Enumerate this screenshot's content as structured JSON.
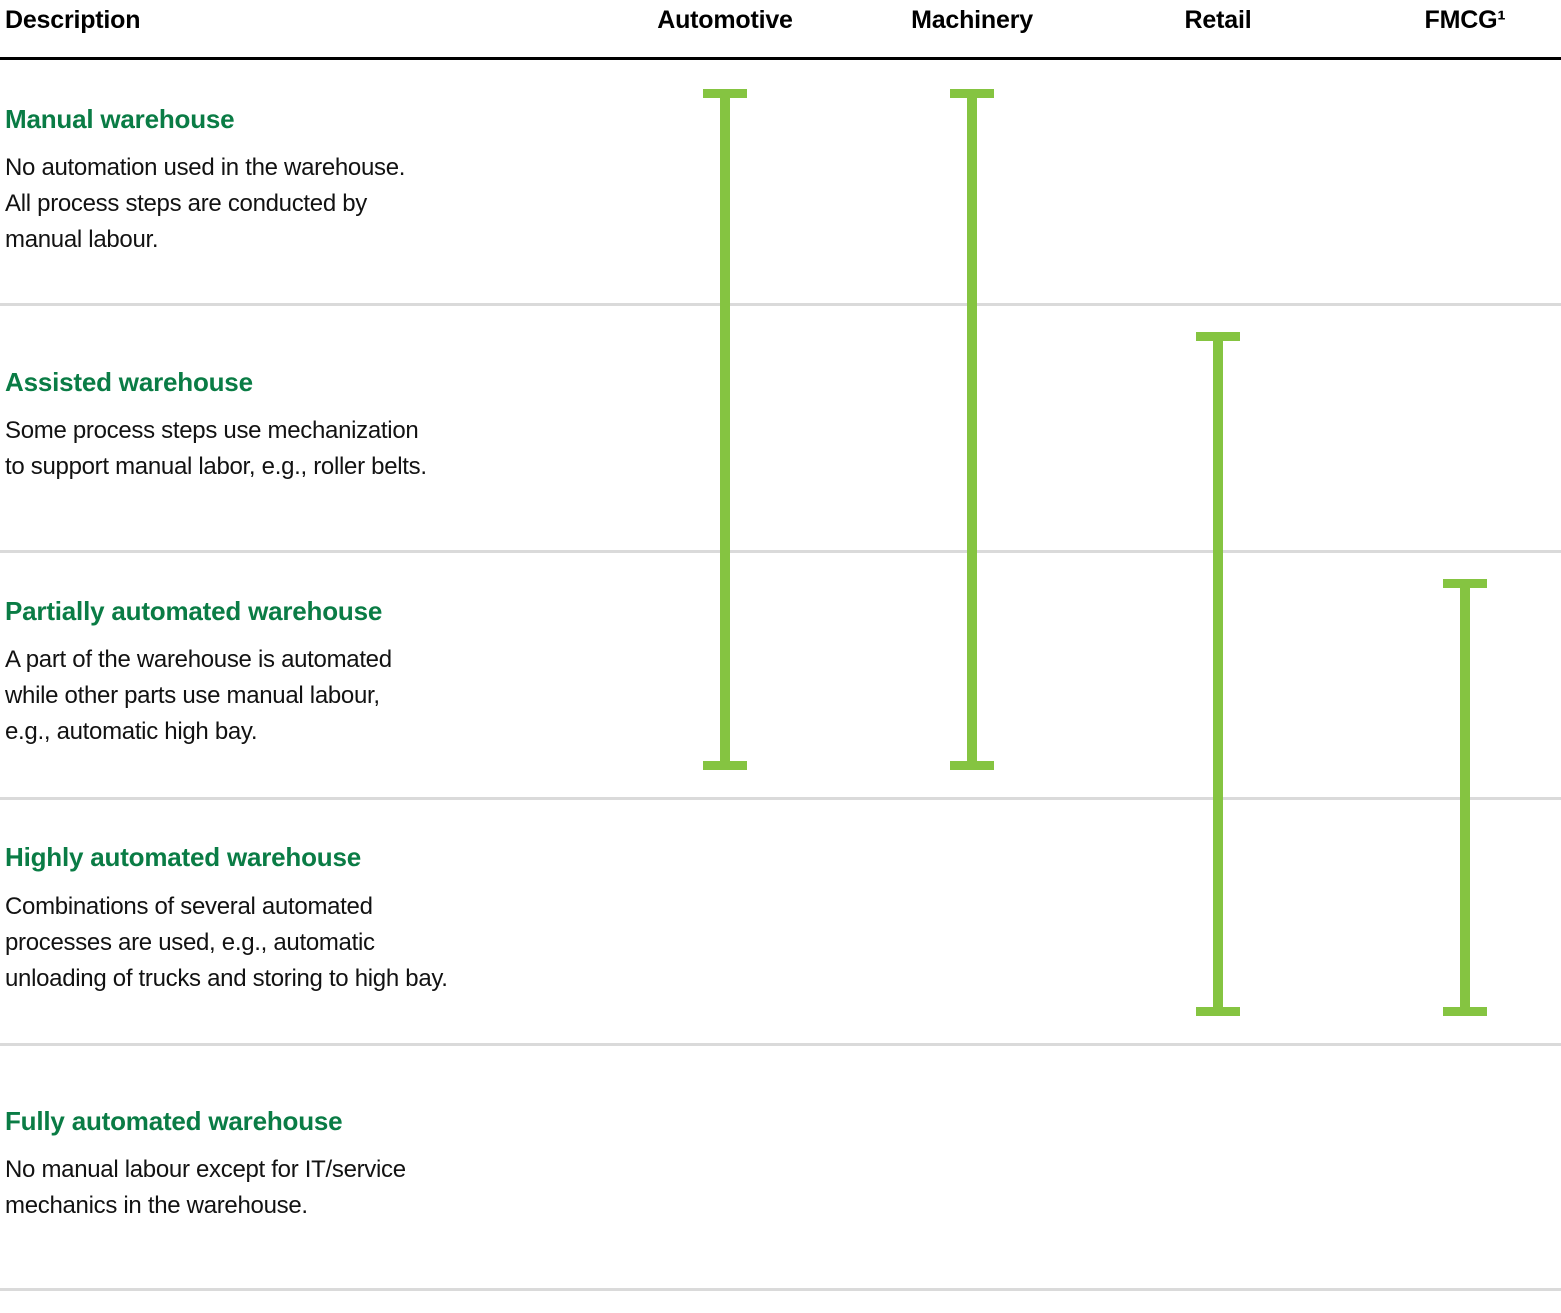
{
  "header": {
    "description_label": "Description",
    "columns": [
      "Automotive",
      "Machinery",
      "Retail",
      "FMCG¹"
    ]
  },
  "rows": [
    {
      "title": "Manual warehouse",
      "description": "No automation used in the warehouse.\nAll process steps are conducted by\nmanual labour."
    },
    {
      "title": "Assisted warehouse",
      "description": "Some process steps use mechanization\nto support manual labor, e.g., roller belts."
    },
    {
      "title": "Partially automated warehouse",
      "description": "A part of the warehouse is automated\nwhile other parts use manual labour,\ne.g., automatic high bay."
    },
    {
      "title": "Highly automated warehouse",
      "description": "Combinations of several automated\nprocesses are used, e.g., automatic\nunloading of trucks and storing to high bay."
    },
    {
      "title": "Fully automated warehouse",
      "description": "No manual labour except for IT/service\nmechanics in the warehouse."
    }
  ],
  "chart_data": {
    "type": "range",
    "orientation": "vertical",
    "description_column_label": "Description",
    "categories": [
      "Automotive",
      "Machinery",
      "Retail",
      "FMCG¹"
    ],
    "levels": [
      "Manual warehouse",
      "Assisted warehouse",
      "Partially automated warehouse",
      "Highly automated warehouse",
      "Fully automated warehouse"
    ],
    "series": [
      {
        "name": "Automotive",
        "from_level": "Manual warehouse",
        "to_level": "Partially automated warehouse",
        "from_index": 0,
        "to_index": 2
      },
      {
        "name": "Machinery",
        "from_level": "Manual warehouse",
        "to_level": "Partially automated warehouse",
        "from_index": 0,
        "to_index": 2
      },
      {
        "name": "Retail",
        "from_level": "Assisted warehouse",
        "to_level": "Highly automated warehouse",
        "from_index": 1,
        "to_index": 3
      },
      {
        "name": "FMCG¹",
        "from_level": "Partially automated warehouse",
        "to_level": "Highly automated warehouse",
        "from_index": 2,
        "to_index": 3
      }
    ],
    "legend": "none",
    "gridlines": "horizontal row separators only"
  },
  "colors": {
    "bar_green": "#85C441",
    "heading_green": "#0A7C45",
    "divider": "#DADADA",
    "header_rule": "#000000",
    "text": "#121212",
    "background": "#FFFFFF"
  }
}
